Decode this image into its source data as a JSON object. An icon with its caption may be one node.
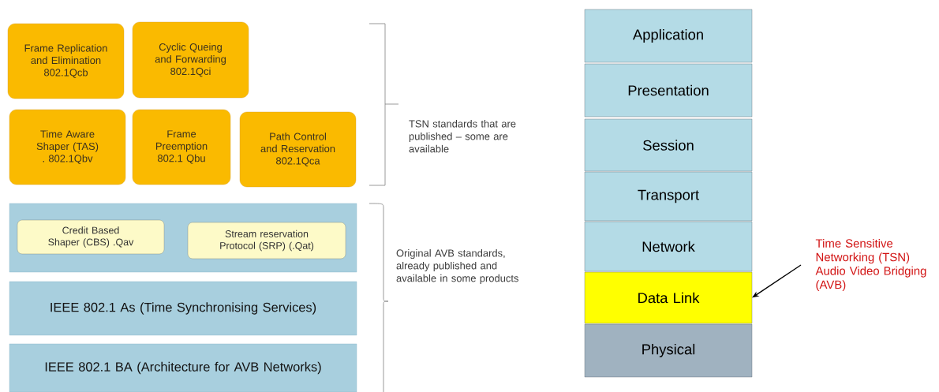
{
  "diagram": {
    "nodes": [
      {
        "text": [
          "Frame Replication and Elimination 802.1Qcb"
        ]
      },
      {
        "text": [
          "Cyclic Queing and Forwarding 802.1Qci"
        ]
      },
      {
        "text": [
          "Time Aware Shaper (TAS) . 802.1Qbv"
        ]
      },
      {
        "text": [
          "Frame Preemption 802.1 Qbu"
        ]
      },
      {
        "text": [
          "Path Control and Reservation 802.1Qca"
        ]
      },
      {
        "text": [],
        "shape": "box"
      },
      {
        "text": [
          "Credit Based Shaper (CBS) .Qav"
        ],
        "in": 5
      },
      {
        "text": [
          "Stream reservation Protocol (SRP) (.Qat)"
        ],
        "in": 5
      },
      {
        "text": [
          "IEEE 802.1 As (Time Synchronising Services)"
        ]
      },
      {
        "text": [
          "IEEE 802.1 BA (Architecture for AVB Networks)"
        ]
      },
      {
        "text": [
          "Application"
        ]
      },
      {
        "text": [
          "Presentation"
        ]
      },
      {
        "text": [
          "Session"
        ]
      },
      {
        "text": [
          "Transport"
        ]
      },
      {
        "text": [
          "Network"
        ]
      },
      {
        "text": [
          "Data Link"
        ]
      },
      {
        "text": [
          "Physical"
        ]
      },
      {
        "text": [
          "Time Sensitive Networking (TSN)",
          "Audio Video Bridging (AVB)"
        ]
      }
    ],
    "edges": [
      {
        "from": 17,
        "to": 15,
        "arrow": "to"
      }
    ],
    "labels": [
      "TSN standards that are published – some are available",
      "Original AVB standards, already published and available in some products"
    ]
  }
}
